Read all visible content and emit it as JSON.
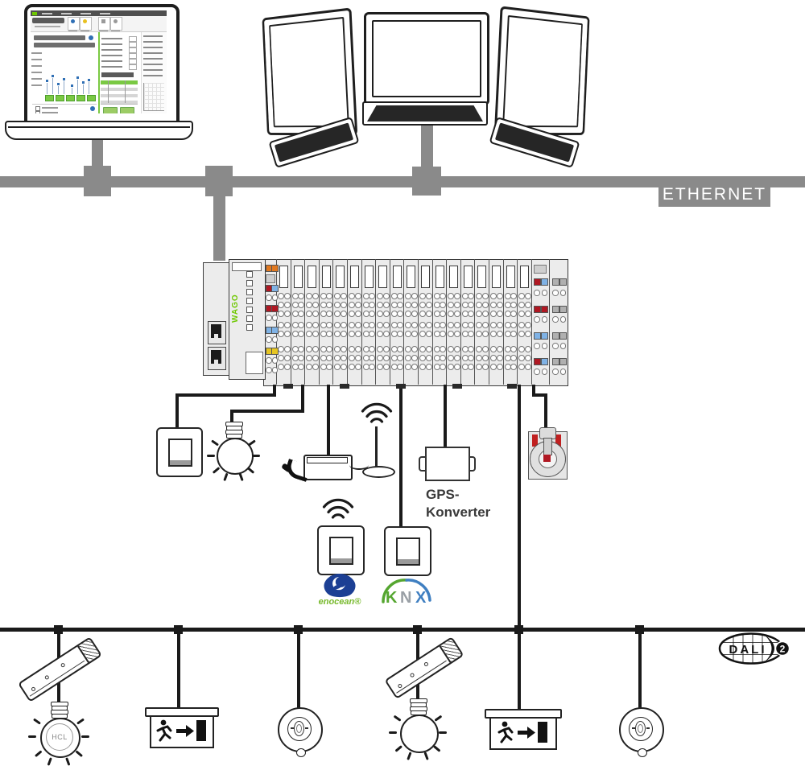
{
  "diagram": {
    "ethernet_bus": {
      "label": "ETHERNET"
    },
    "dali_bus": {
      "label": "DALI",
      "version_badge": "2"
    },
    "controller": {
      "brand": "WAGO",
      "regular_module_count": 18,
      "led_count": 7
    },
    "gps_converter": {
      "label_line1": "GPS-",
      "label_line2": "Konverter"
    },
    "hcl_lamp": {
      "label": "HCL"
    },
    "enocean": {
      "label": "enocean®"
    },
    "knx": {
      "letters": [
        "K",
        "N",
        "X"
      ]
    },
    "icons": [
      "laptop",
      "monitor",
      "keyboard",
      "plc-controller",
      "ethernet-port",
      "wall-switch",
      "lamp-bulb",
      "wireless-gateway",
      "antenna",
      "wireless-waves",
      "gps-converter-box",
      "cable-reel-sensor",
      "enocean-switch",
      "knx-switch",
      "dali-driver",
      "hcl-lamp",
      "exit-sign-running-man",
      "presence-sensor",
      "dali-logo"
    ],
    "colors": {
      "bus_gray": "#8a8a8a",
      "line_black": "#1a1a1a",
      "wago_green": "#6ec800",
      "software_green": "#7ac943",
      "enocean_blue": "#1c3f94",
      "enocean_green": "#76b82a",
      "knx_green": "#55a630",
      "knx_gray": "#9aa0a6",
      "knx_blue": "#3f7fc1",
      "module_red": "#b01823",
      "module_blue": "#7fb2e5",
      "module_orange": "#e07820",
      "module_yellow": "#e6c522"
    }
  }
}
